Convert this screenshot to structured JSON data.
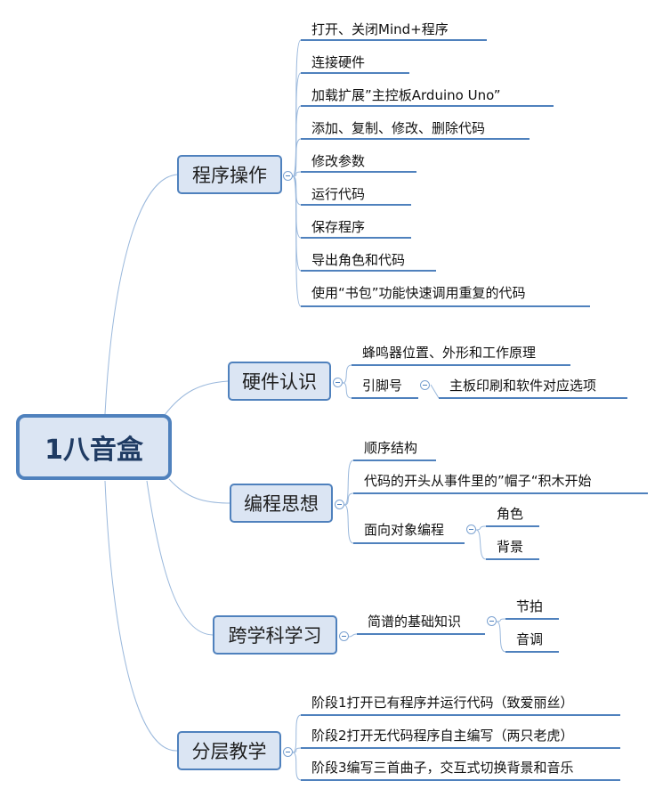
{
  "root": "1八音盒",
  "branches": [
    {
      "label": "程序操作",
      "children": [
        "打开、关闭Mind+程序",
        "连接硬件",
        "加载扩展”主控板Arduino Uno”",
        "添加、复制、修改、删除代码",
        "修改参数",
        "运行代码",
        "保存程序",
        "导出角色和代码",
        "使用“书包”功能快速调用重复的代码"
      ]
    },
    {
      "label": "硬件认识",
      "children": [
        "蜂鸣器位置、外形和工作原理",
        {
          "label": "引脚号",
          "children": [
            "主板印刷和软件对应选项"
          ]
        }
      ]
    },
    {
      "label": "编程思想",
      "children": [
        "顺序结构",
        "代码的开头从事件里的”帽子“积木开始",
        {
          "label": "面向对象编程",
          "children": [
            "角色",
            "背景"
          ]
        }
      ]
    },
    {
      "label": "跨学科学习",
      "children": [
        {
          "label": "简谱的基础知识",
          "children": [
            "节拍",
            "音调"
          ]
        }
      ]
    },
    {
      "label": "分层教学",
      "children": [
        "阶段1打开已有程序并运行代码（致爱丽丝）",
        "阶段2打开无代码程序自主编写（两只老虎）",
        "阶段3编写三首曲子，交互式切换背景和音乐"
      ]
    }
  ],
  "colors": {
    "line": "#4f81bd",
    "node_fill": "#dbe5f3",
    "wire": "#9ab8dc"
  }
}
